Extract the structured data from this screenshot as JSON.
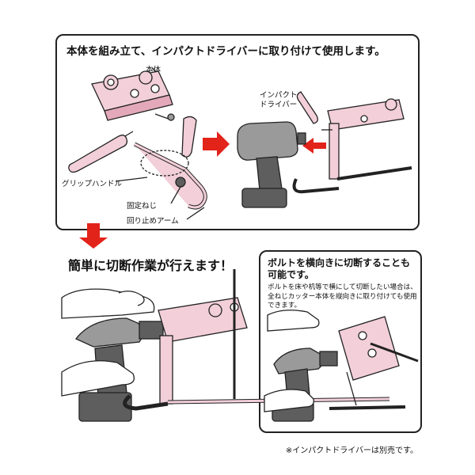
{
  "top_section": {
    "headline": "本体を組み立て、インパクトドライバーに取り付けて使用します。",
    "labels": {
      "body": "本体",
      "impact_driver_1": "インパクト",
      "impact_driver_2": "ドライバー",
      "grip_handle": "グリップハンドル",
      "fixing_screw": "固定ねじ",
      "anti_rotation_arm": "回り止めアーム"
    }
  },
  "main_section": {
    "headline": "簡単に切断作業が行えます！"
  },
  "side_section": {
    "headline": "ボルトを横向きに切断することも可能です。",
    "body": "ボルトを床や机等で横にして切断したい場合は、全ねじカッター本体を縦向きに取り付けても使用できます。"
  },
  "footnote": "※インパクトドライバーは別売です。",
  "colors": {
    "tool_pink": "#f2cfd9",
    "tool_pink_dark": "#e3a9ba",
    "driver_gray": "#9a9a9a",
    "driver_dark": "#5e5e5e",
    "arrow_red": "#e2231a",
    "skin": "#ffffff"
  }
}
